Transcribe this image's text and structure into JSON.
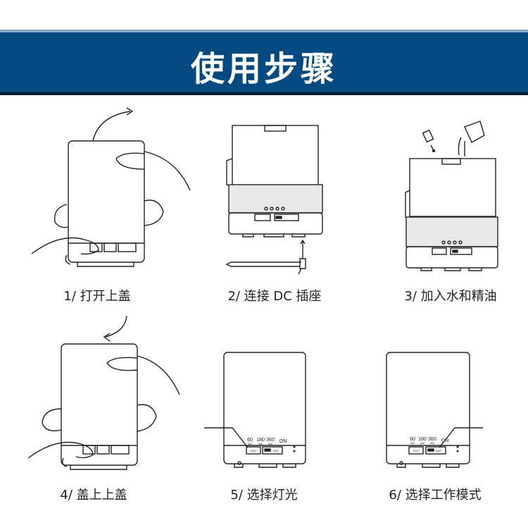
{
  "header": {
    "title": "使用步骤",
    "background_color": "#034a83"
  },
  "steps": [
    {
      "caption": "1/ 打开上盖"
    },
    {
      "caption": "2/ 连接 DC 插座"
    },
    {
      "caption": "3/ 加入水和精油"
    },
    {
      "caption": "4/ 盖上上盖"
    },
    {
      "caption": "5/ 选择灯光"
    },
    {
      "caption": "6/ 选择工作模式"
    }
  ],
  "device": {
    "light_label": "LIGHT",
    "mist_label": "MIST",
    "timers": [
      {
        "value": "60",
        "unit": "min"
      },
      {
        "value": "180",
        "unit": "min"
      },
      {
        "value": "360",
        "unit": "min"
      }
    ],
    "on_label": "ON"
  }
}
